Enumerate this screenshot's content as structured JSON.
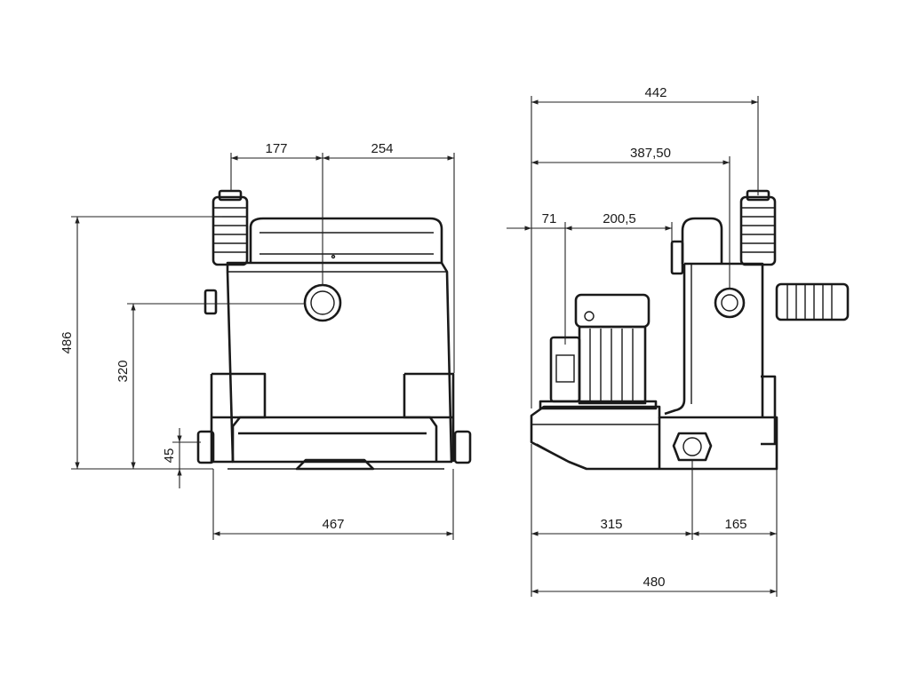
{
  "front_view": {
    "width": "467",
    "left_outlet_offset": "177",
    "right_outlet_offset": "254",
    "height": "486",
    "inlet_height": "320",
    "bottom_inlet_height": "45"
  },
  "side_view": {
    "top_width": "442",
    "top_inner_width": "387,50",
    "motor_offset": "71",
    "motor_span": "200,5",
    "bottom_left": "315",
    "bottom_right": "165",
    "total_width": "480"
  },
  "colors": {
    "line": "#1a1a1a",
    "background": "#ffffff"
  }
}
